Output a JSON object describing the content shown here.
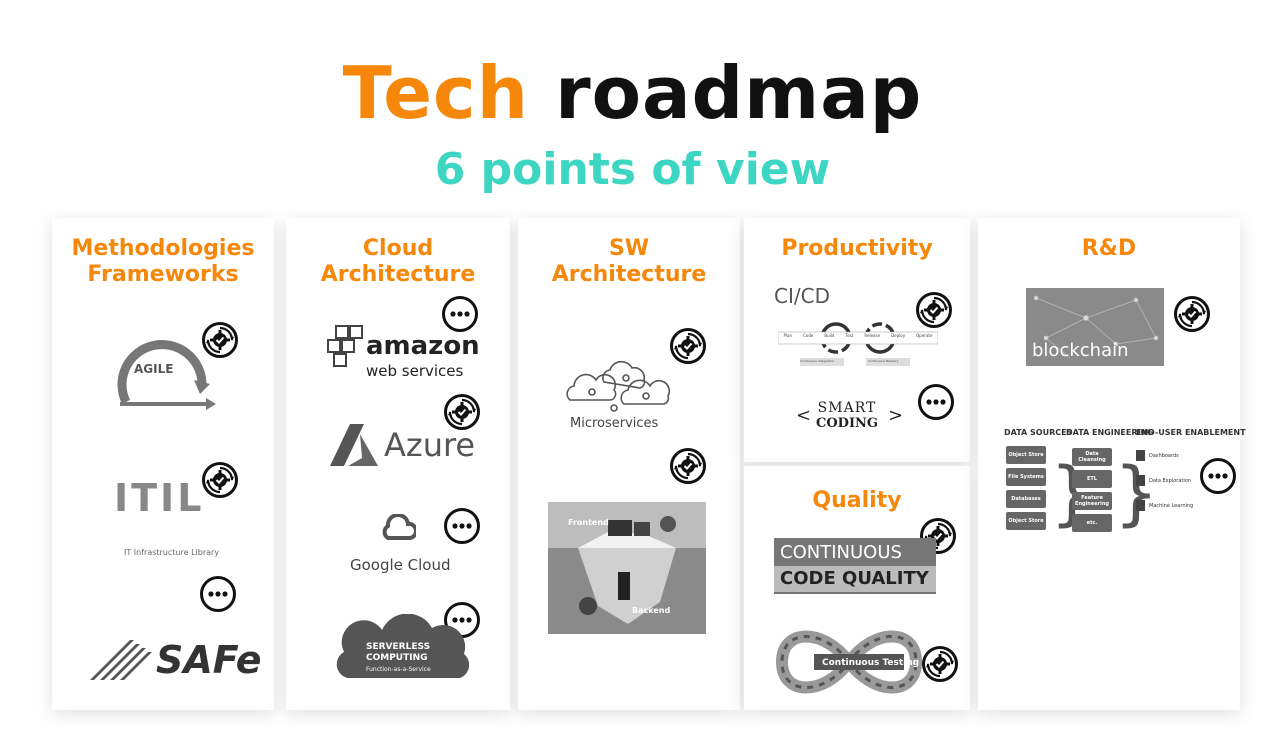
{
  "colors": {
    "orange": "#f5870a",
    "teal": "#3dd6c3"
  },
  "header": {
    "title_part1": "Tech",
    "title_part2": "roadmap",
    "subtitle": "6 points of view"
  },
  "columns": {
    "methodologies": {
      "title_line1": "Methodologies",
      "title_line2": "Frameworks",
      "agile": "AGILE",
      "itil_word": "ITIL",
      "itil_caption": "IT Infrastructure Library",
      "safe": "SAFe"
    },
    "cloud": {
      "title_line1": "Cloud",
      "title_line2": "Architecture",
      "amazon": "amazon",
      "webservices": "web services",
      "azure": "Azure",
      "google": "Google Cloud",
      "serverless": "SERVERLESS",
      "computing": "COMPUTING",
      "faas": "Function-as-a-Service"
    },
    "sw": {
      "title_line1": "SW",
      "title_line2": "Architecture",
      "microservices": "Microservices",
      "frontend": "Frontend",
      "backend": "Backend"
    },
    "productivity": {
      "title": "Productivity",
      "cicd": "CI/CD",
      "stages": [
        "Plan",
        "Code",
        "Build",
        "Test",
        "Release",
        "Deploy",
        "Operate"
      ],
      "ci_label": "Continuous Integration",
      "cd_label": "Continuous Delivery",
      "smart": "SMART",
      "coding": "CODING"
    },
    "quality": {
      "title": "Quality",
      "continuous": "CONTINUOUS",
      "code_quality": "CODE QUALITY",
      "testing": "Continuous Testing"
    },
    "rnd": {
      "title": "R&D",
      "blockchain": "blockchain",
      "ds_header": "DATA SOURCES",
      "de_header": "DATA ENGINEERING",
      "eu_header": "END-USER ENABLEMENT",
      "sources": [
        "Object Store",
        "File Systems",
        "Databases",
        "Object Store"
      ],
      "engineering": [
        "Data Cleansing",
        "ETL",
        "Feature Engineering",
        "etc."
      ],
      "enablement": [
        "Dashboards",
        "Data Exploration",
        "Machine Learning"
      ]
    }
  }
}
